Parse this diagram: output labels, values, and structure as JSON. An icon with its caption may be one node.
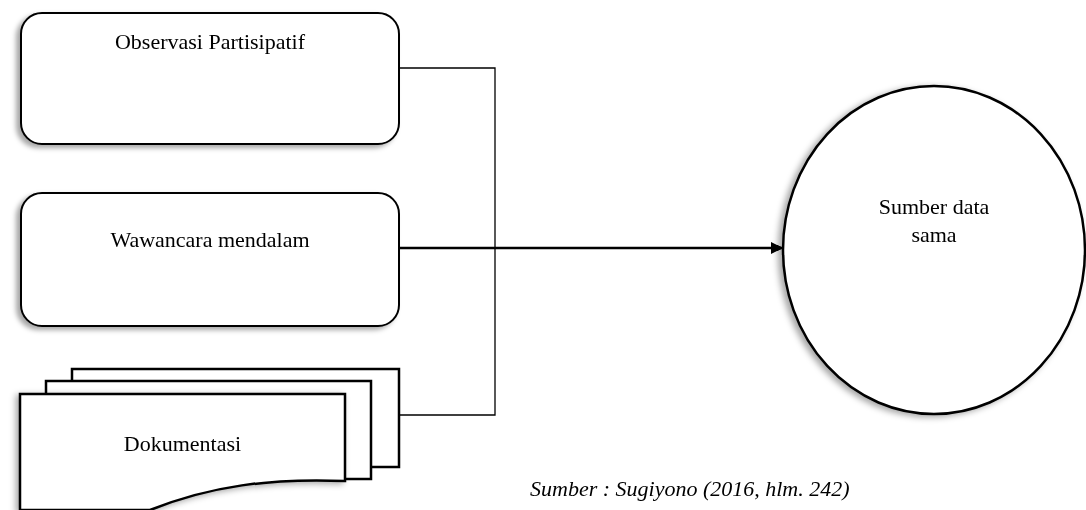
{
  "diagram": {
    "caption": "Sumber : Sugiyono (2016, hlm. 242)",
    "nodes": [
      {
        "text": [
          "Observasi Partisipatif"
        ]
      },
      {
        "text": [
          "Wawancara mendalam"
        ]
      },
      {
        "text": [
          "Dokumentasi"
        ]
      },
      {
        "text": [
          "Sumber data sama"
        ]
      }
    ],
    "edges": [
      {
        "from": 0,
        "to": 3,
        "arrow": "to"
      },
      {
        "from": 1,
        "to": 3,
        "arrow": "to"
      },
      {
        "from": 2,
        "to": 3,
        "arrow": "to"
      }
    ]
  }
}
